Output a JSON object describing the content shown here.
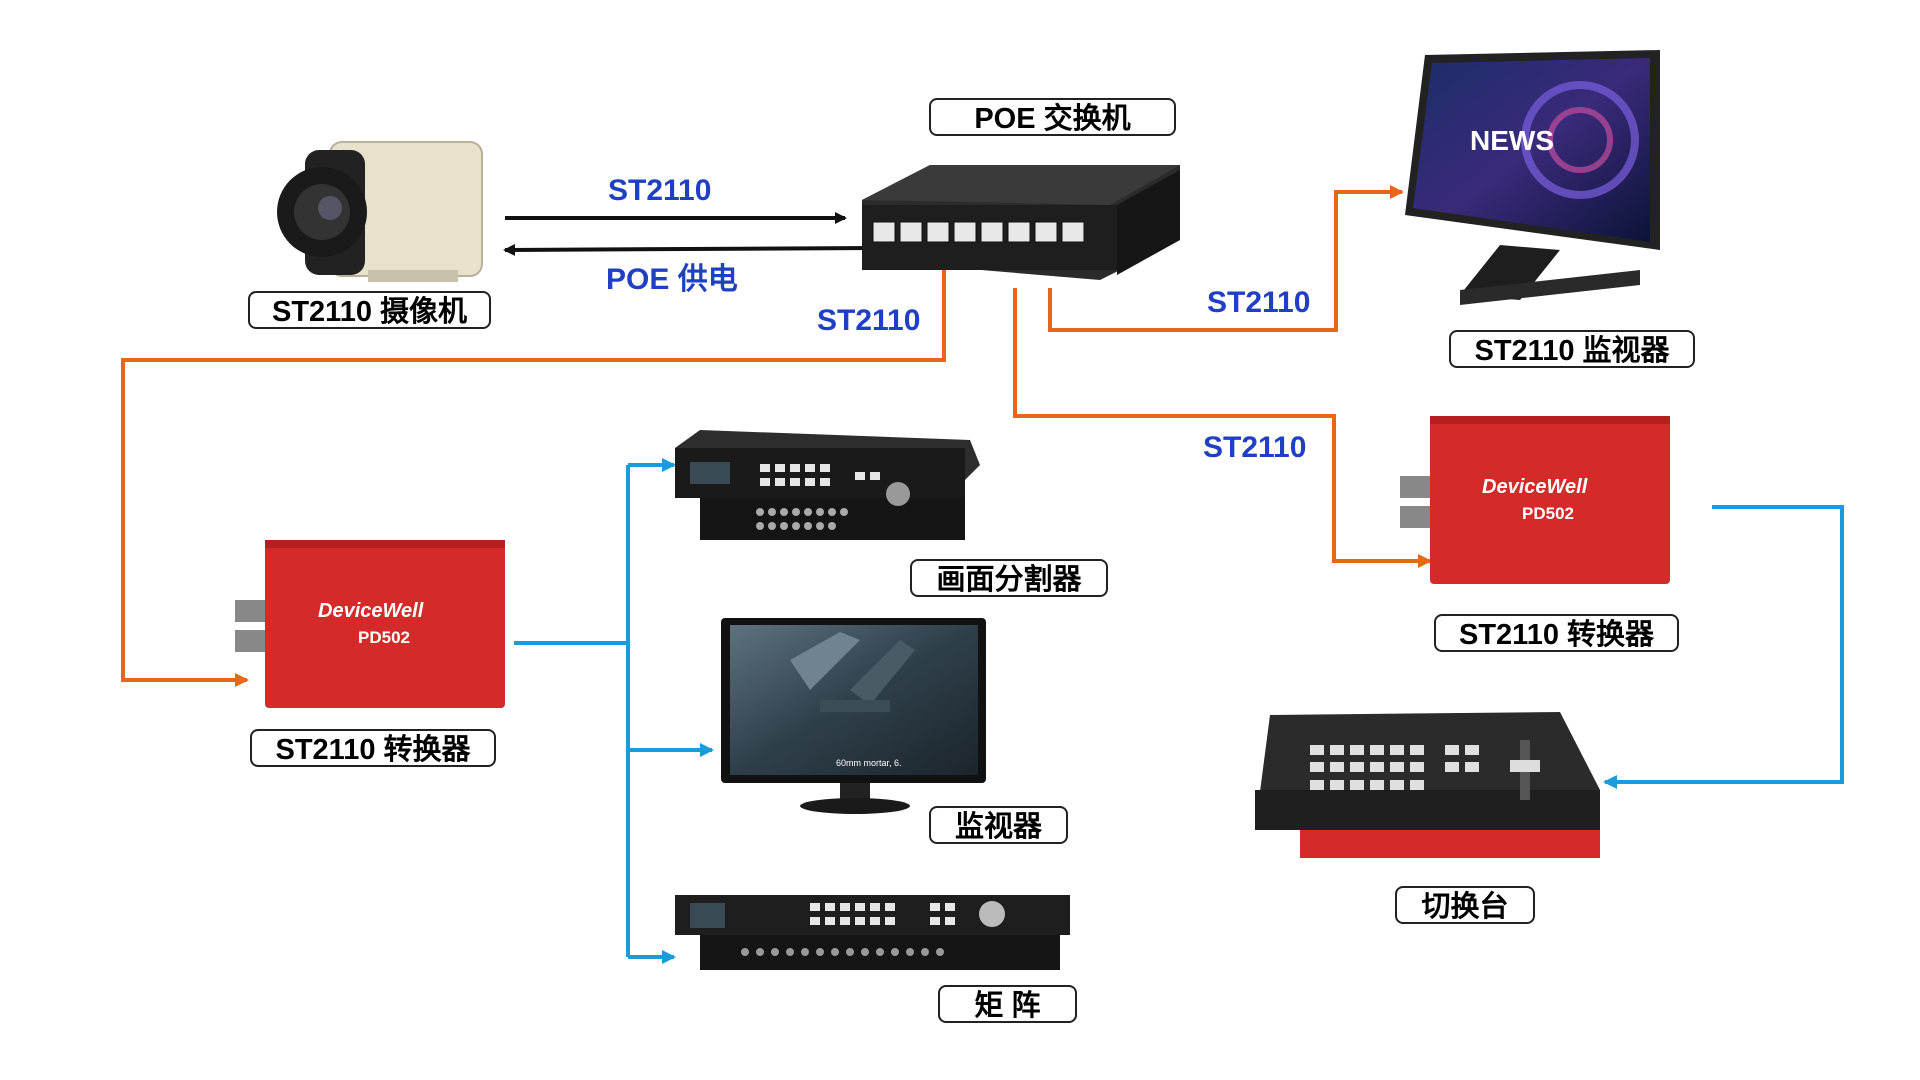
{
  "nodes": {
    "switch": "POE 交换机",
    "camera": "ST2110 摄像机",
    "monitor_top": "ST2110 监视器",
    "converter_right": "ST2110 转换器",
    "converter_left": "ST2110 转换器",
    "multiviewer": "画面分割器",
    "monitor": "监视器",
    "matrix": "矩 阵",
    "switcher": "切换台"
  },
  "links": {
    "camera_to_switch": "ST2110",
    "switch_to_camera": "POE 供电",
    "switch_to_converter_left": "ST2110",
    "switch_to_monitor_top": "ST2110",
    "switch_to_converter_right": "ST2110"
  },
  "device_text": {
    "brand": "DeviceWell",
    "model": "PD502",
    "monitor_screen": "NEWS",
    "monitor_caption": "60mm mortar, 6."
  },
  "colors": {
    "orange_link": "#e8661a",
    "blue_link": "#1a9bdc",
    "black_link": "#111111",
    "link_text": "#1f3fc4",
    "converter_red": "#d42a2a"
  }
}
